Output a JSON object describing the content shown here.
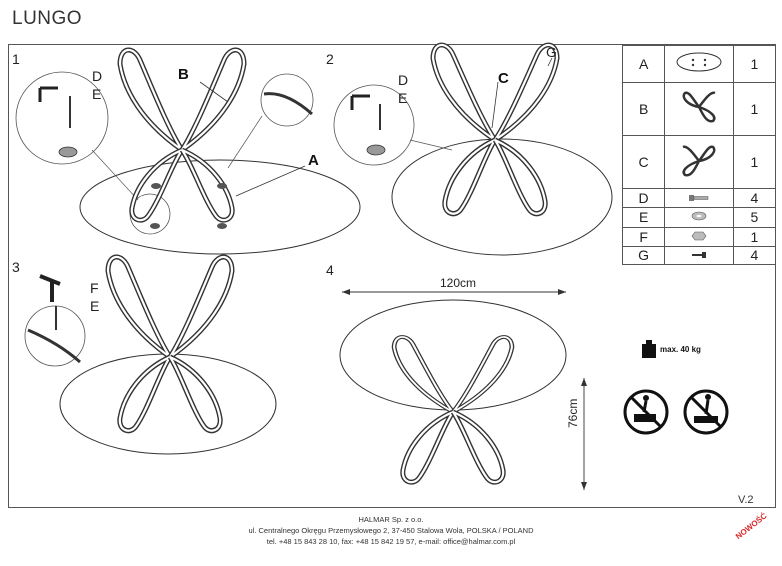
{
  "header": {
    "title": "LUNGO"
  },
  "steps": [
    {
      "number": "1",
      "labels": {
        "d": "D",
        "e": "E",
        "b": "B",
        "a": "A"
      }
    },
    {
      "number": "2",
      "labels": {
        "d": "D",
        "e": "E",
        "c": "C",
        "g": "G"
      }
    },
    {
      "number": "3",
      "labels": {
        "f": "F",
        "e": "E"
      }
    },
    {
      "number": "4",
      "width_label": "120cm",
      "height_label": "76cm"
    }
  ],
  "parts_table": [
    {
      "letter": "A",
      "icon": "glass-top-icon",
      "qty": "1"
    },
    {
      "letter": "B",
      "icon": "leg-frame-b-icon",
      "qty": "1"
    },
    {
      "letter": "C",
      "icon": "leg-frame-c-icon",
      "qty": "1"
    },
    {
      "letter": "D",
      "icon": "screw-icon",
      "qty": "4"
    },
    {
      "letter": "E",
      "icon": "washer-icon",
      "qty": "5"
    },
    {
      "letter": "F",
      "icon": "hex-key-icon",
      "qty": "1"
    },
    {
      "letter": "G",
      "icon": "connector-bolt-icon",
      "qty": "4"
    }
  ],
  "warnings": {
    "max_load": "max. 40 kg"
  },
  "version": "V.2",
  "footer": {
    "line1": "HALMAR Sp. z o.o.",
    "line2": "ul. Centralnego Okręgu Przemysłowego 2, 37-450 Stalowa Wola, POLSKA / POLAND",
    "line3": "tel. +48 15 843 28 10, fax: +48 15 842 19 57, e-mail: office@halmar.com.pl"
  },
  "badge": "NOWOŚĆ",
  "colors": {
    "line": "#333333",
    "badge": "#d8282a"
  }
}
